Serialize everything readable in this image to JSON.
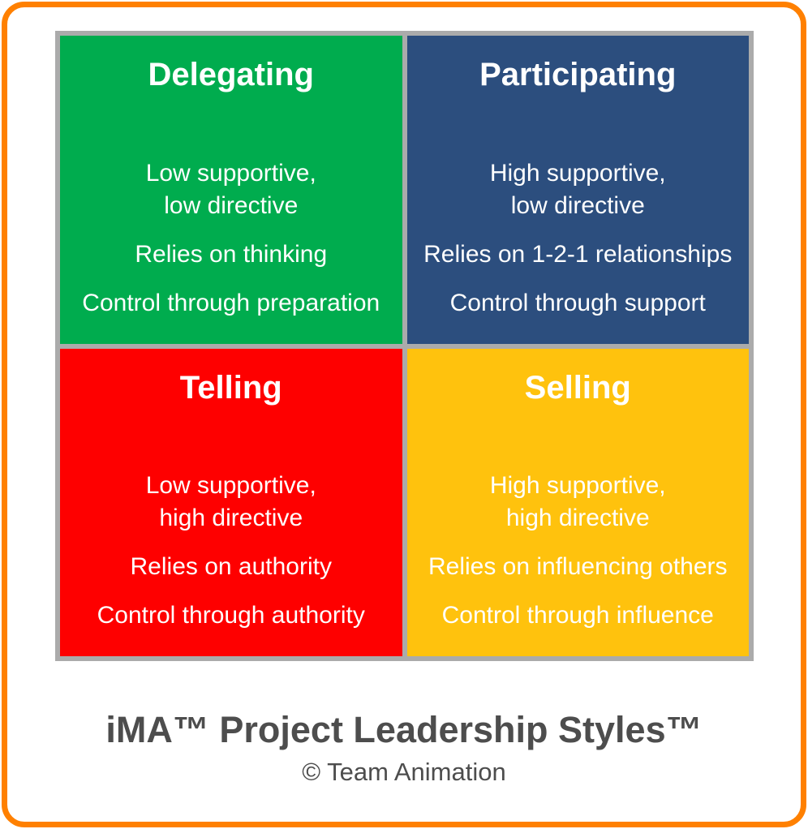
{
  "colors": {
    "frame_orange": "#FF8000",
    "grid_gray": "#ABABAB",
    "background": "#FFFFFF",
    "quadrant_text": "#FFFFFF",
    "footer_text": "#4D4D4D"
  },
  "quadrants": [
    {
      "id": "delegating",
      "title": "Delegating",
      "color": "#00AC4E",
      "line1": "Low supportive,\nlow directive",
      "line2": "Relies on thinking",
      "line3": "Control through preparation"
    },
    {
      "id": "participating",
      "title": "Participating",
      "color": "#2C4E7E",
      "line1": "High supportive,\nlow directive",
      "line2": "Relies on 1-2-1 relationships",
      "line3": "Control through support"
    },
    {
      "id": "telling",
      "title": "Telling",
      "color": "#FE0000",
      "line1": "Low supportive,\nhigh directive",
      "line2": "Relies on authority",
      "line3": "Control through authority"
    },
    {
      "id": "selling",
      "title": "Selling",
      "color": "#FFC20D",
      "line1": "High supportive,\nhigh directive",
      "line2": "Relies on influencing others",
      "line3": "Control through influence"
    }
  ],
  "footer": {
    "title": "iMA™ Project Leadership Styles™",
    "subtitle": "© Team Animation"
  }
}
